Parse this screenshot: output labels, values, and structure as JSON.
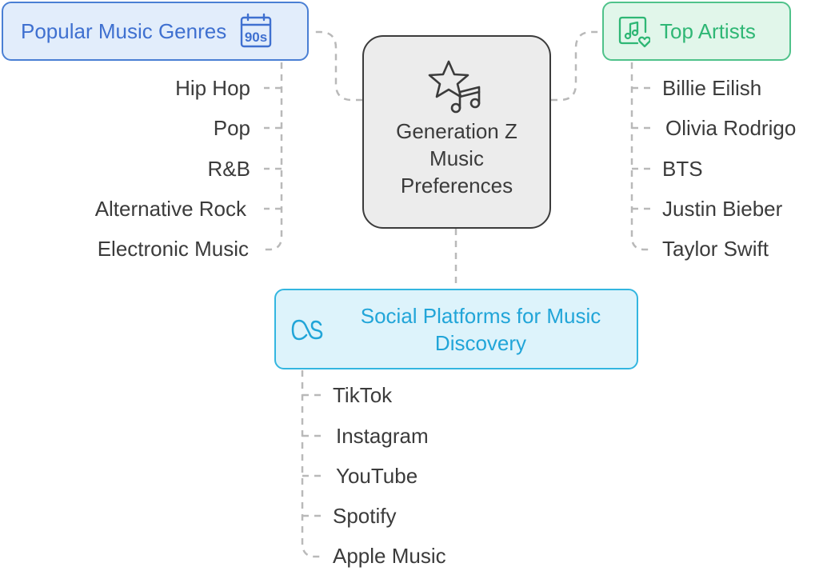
{
  "center": {
    "title": "Generation Z Music Preferences",
    "icon": "star-music-icon"
  },
  "genres": {
    "title": "Popular Music Genres",
    "icon": "calendar-90s-icon",
    "icon_text": "90s",
    "color": "#4a7fd4",
    "items": [
      "Hip Hop",
      "Pop",
      "R&B",
      "Alternative Rock",
      "Electronic Music"
    ]
  },
  "artists": {
    "title": "Top Artists",
    "icon": "music-heart-icon",
    "color": "#4fc28a",
    "items": [
      "Billie Eilish",
      "Olivia Rodrigo",
      "BTS",
      "Justin Bieber",
      "Taylor Swift"
    ]
  },
  "platforms": {
    "title": "Social Platforms for Music Discovery",
    "icon": "lastfm-icon",
    "color": "#33b6e0",
    "items": [
      "TikTok",
      "Instagram",
      "YouTube",
      "Spotify",
      "Apple Music"
    ]
  }
}
